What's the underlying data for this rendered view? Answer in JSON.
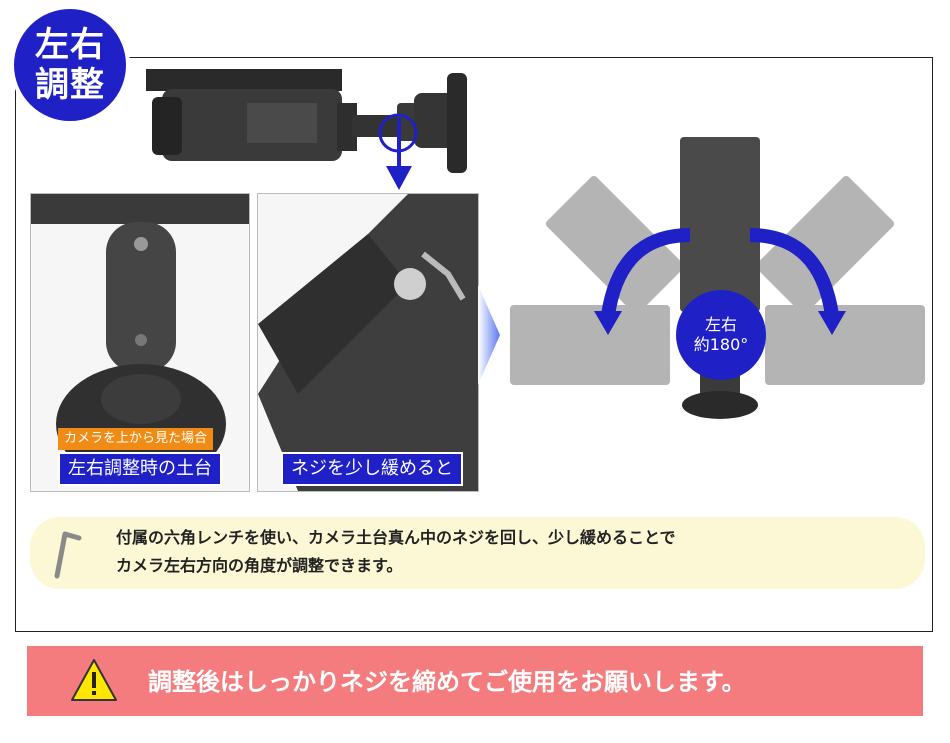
{
  "badge": {
    "line1": "左右",
    "line2": "調整"
  },
  "photo_labels": {
    "top_view": "カメラを上から見た場合",
    "mount": "左右調整時の土台",
    "loosen": "ネジを少し緩めると"
  },
  "rotation": {
    "line1": "左右",
    "line2": "約180°"
  },
  "instruction": {
    "line1": "付属の六角レンチを使い、カメラ土台真ん中のネジを回し、少し緩めることで",
    "line2": "カメラ左右方向の角度が調整できます。"
  },
  "warning": {
    "text": "調整後はしっかりネジを締めてご使用をお願いします。"
  },
  "colors": {
    "blue": "#1f21c6",
    "orange": "#f08c15",
    "warning_bg": "#f47c7e",
    "note_bg": "#fcf8d6"
  },
  "icons": [
    "hex-wrench-icon",
    "warning-icon",
    "down-arrow-icon",
    "chevron-right-icon",
    "rotation-arrows-icon"
  ]
}
